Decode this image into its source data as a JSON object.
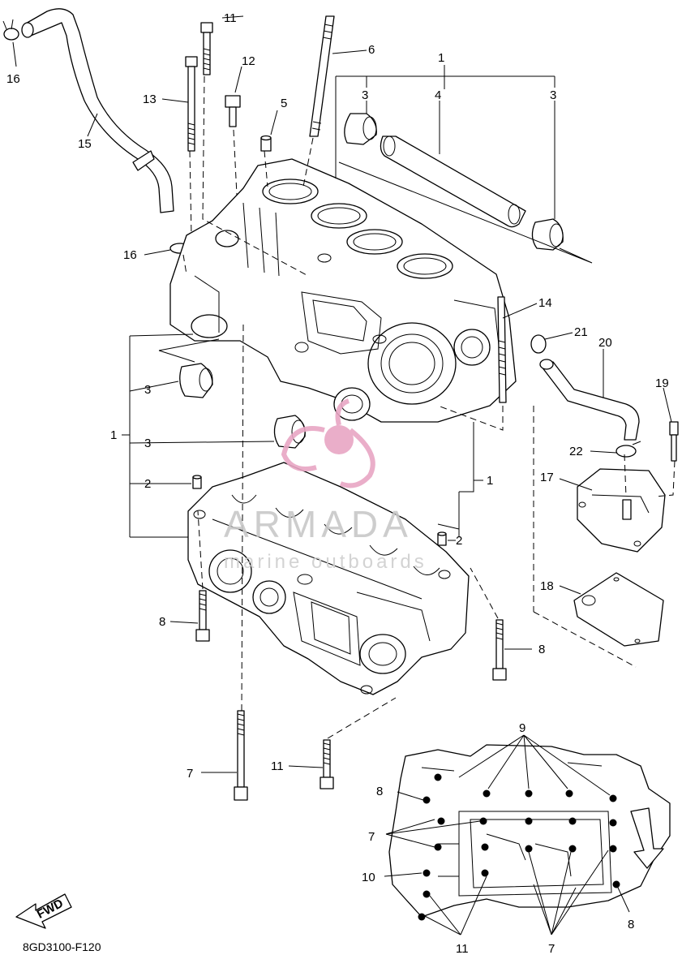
{
  "diagram": {
    "drawing_code": "8GD3100-F120",
    "fwd_label": "FWD",
    "watermark": {
      "brand": "ARMADA",
      "tagline": "marine outboards"
    },
    "part_labels": [
      "1",
      "2",
      "3",
      "4",
      "5",
      "6",
      "7",
      "8",
      "9",
      "10",
      "11",
      "12",
      "13",
      "14",
      "15",
      "16",
      "17",
      "18",
      "19",
      "20",
      "21",
      "22"
    ]
  }
}
